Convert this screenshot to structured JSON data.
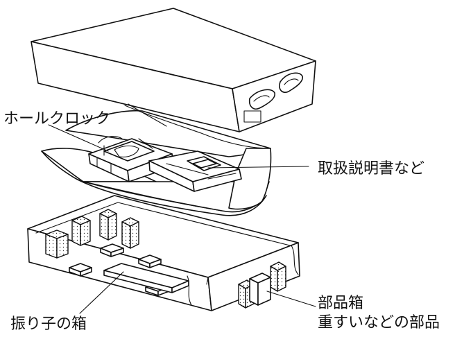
{
  "labels": {
    "clock": "ホールクロック",
    "manual": "取扱説明書など",
    "pendulum_box": "振り子の箱",
    "parts_box_title": "部品箱",
    "parts_box_detail": "重すいなどの部品"
  }
}
